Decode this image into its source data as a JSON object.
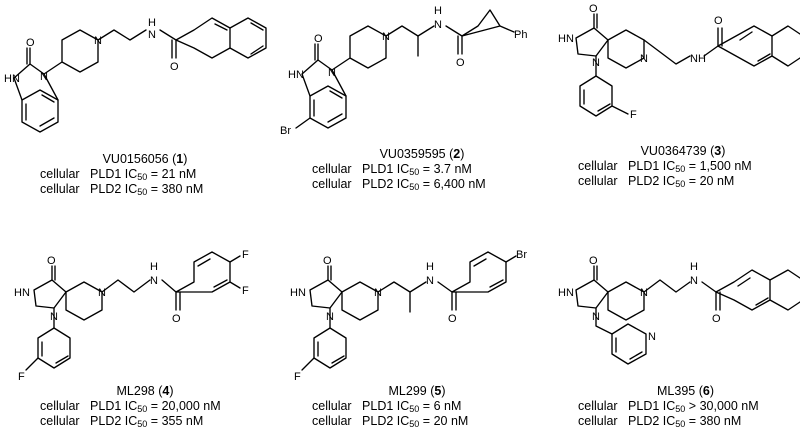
{
  "compounds": [
    {
      "name": "VU0156056",
      "number": "1",
      "activity": [
        {
          "prefix": "cellular",
          "enzyme": "PLD1",
          "metric": "IC",
          "sub": "50",
          "eq": "=",
          "value": "21 nM"
        },
        {
          "prefix": "cellular",
          "enzyme": "PLD2",
          "metric": "IC",
          "sub": "50",
          "eq": "=",
          "value": "380 nM"
        }
      ]
    },
    {
      "name": "VU0359595",
      "number": "2",
      "activity": [
        {
          "prefix": "cellular",
          "enzyme": "PLD1",
          "metric": "IC",
          "sub": "50",
          "eq": "=",
          "value": "3.7 nM"
        },
        {
          "prefix": "cellular",
          "enzyme": "PLD2",
          "metric": "IC",
          "sub": "50",
          "eq": "=",
          "value": "6,400 nM"
        }
      ]
    },
    {
      "name": "VU0364739",
      "number": "3",
      "activity": [
        {
          "prefix": "cellular",
          "enzyme": "PLD1",
          "metric": "IC",
          "sub": "50",
          "eq": "=",
          "value": "1,500 nM"
        },
        {
          "prefix": "cellular",
          "enzyme": "PLD2",
          "metric": "IC",
          "sub": "50",
          "eq": "=",
          "value": "20 nM"
        }
      ]
    },
    {
      "name": "ML298",
      "number": "4",
      "activity": [
        {
          "prefix": "cellular",
          "enzyme": "PLD1",
          "metric": "IC",
          "sub": "50",
          "eq": "=",
          "value": "20,000 nM"
        },
        {
          "prefix": "cellular",
          "enzyme": "PLD2",
          "metric": "IC",
          "sub": "50",
          "eq": "=",
          "value": "355 nM"
        }
      ]
    },
    {
      "name": "ML299",
      "number": "5",
      "activity": [
        {
          "prefix": "cellular",
          "enzyme": "PLD1",
          "metric": "IC",
          "sub": "50",
          "eq": "=",
          "value": "6 nM"
        },
        {
          "prefix": "cellular",
          "enzyme": "PLD2",
          "metric": "IC",
          "sub": "50",
          "eq": "=",
          "value": "20 nM"
        }
      ]
    },
    {
      "name": "ML395",
      "number": "6",
      "activity": [
        {
          "prefix": "cellular",
          "enzyme": "PLD1",
          "metric": "IC",
          "sub": "50",
          "eq": ">",
          "value": "30,000 nM"
        },
        {
          "prefix": "cellular",
          "enzyme": "PLD2",
          "metric": "IC",
          "sub": "50",
          "eq": "=",
          "value": "380 nM"
        }
      ]
    }
  ],
  "atoms": {
    "O": "O",
    "NH": "NH",
    "HN": "HN",
    "N": "N",
    "H": "H",
    "HNs": "HN",
    "Br": "Br",
    "F": "F",
    "Ph": "Ph"
  }
}
